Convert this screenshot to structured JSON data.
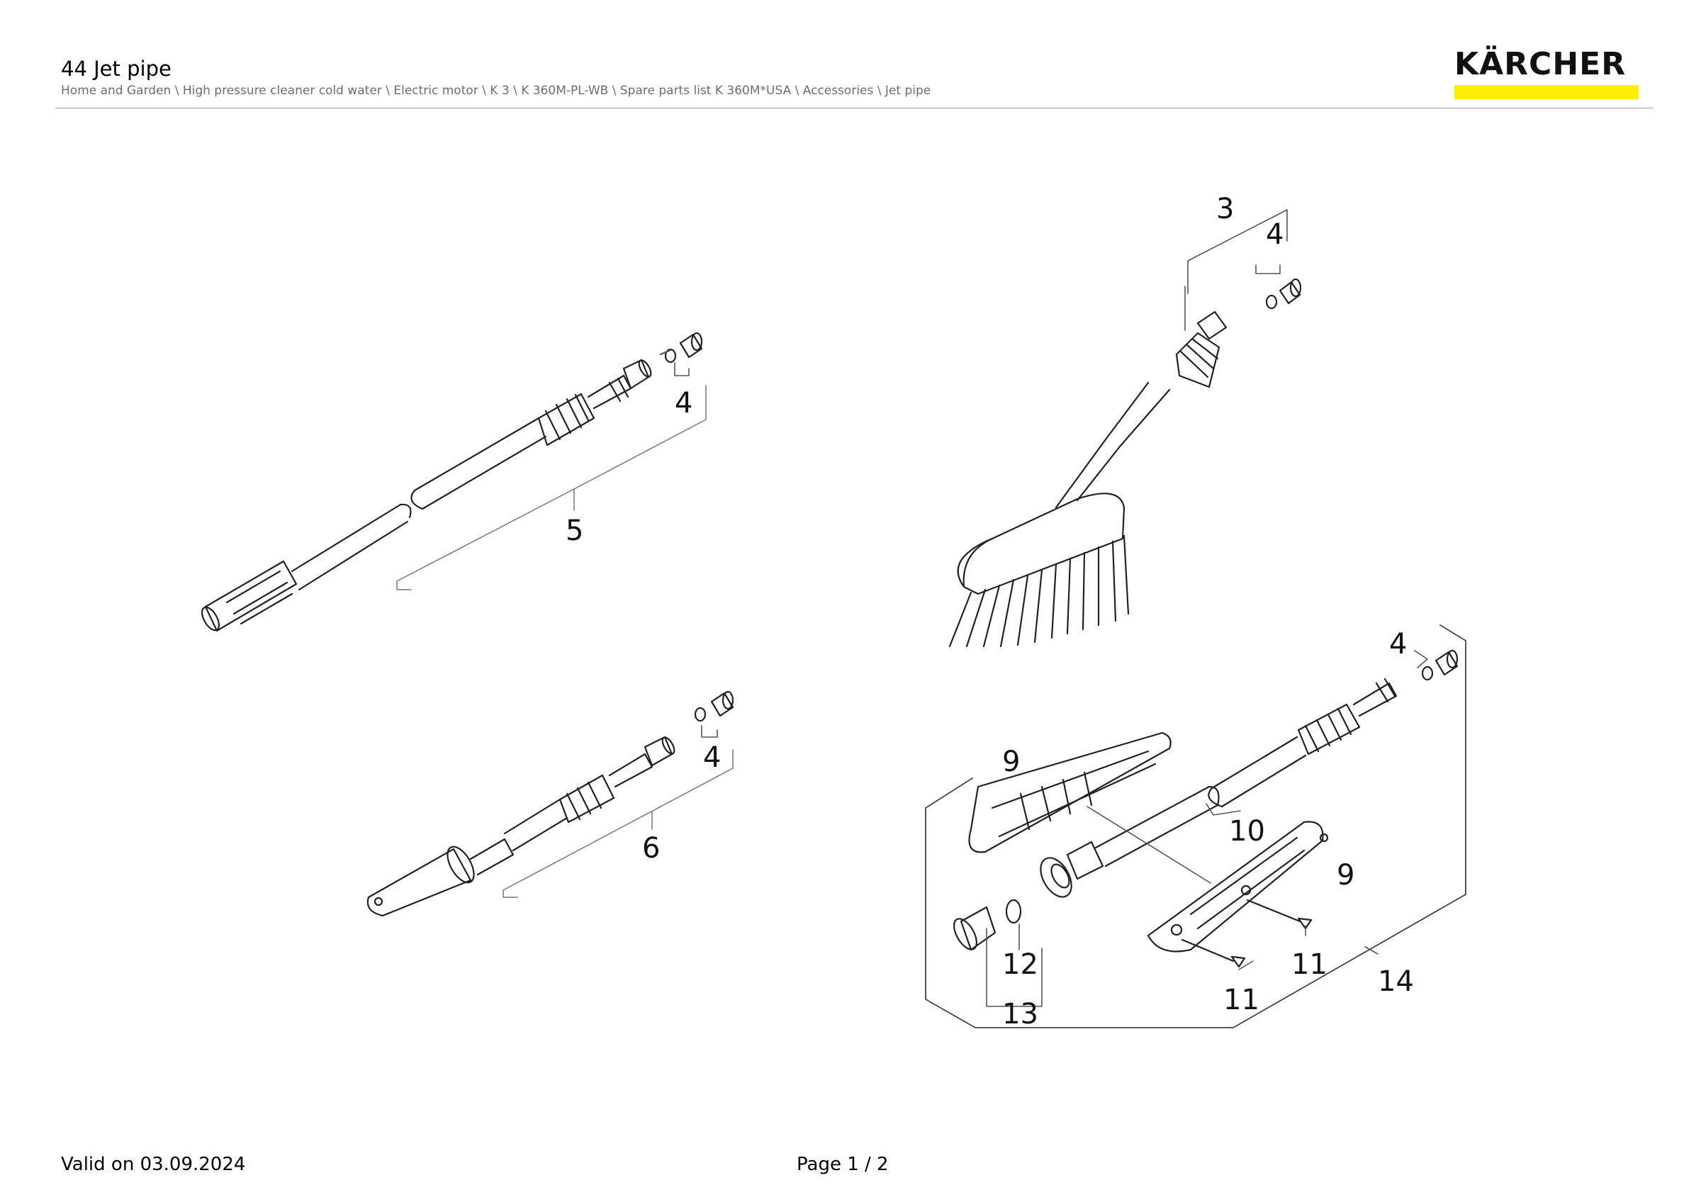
{
  "header": {
    "title": "44 Jet pipe",
    "breadcrumb": "Home and Garden \\ High pressure cleaner cold water \\ Electric motor \\ K 3 \\ K 360M-PL-WB \\ Spare parts list K 360M*USA \\ Accessories \\ Jet pipe",
    "logo_text": "KÄRCHER",
    "brand_color": "#ffed00"
  },
  "diagram": {
    "labels": [
      "3",
      "4",
      "4",
      "4",
      "4",
      "5",
      "6",
      "9",
      "9",
      "10",
      "11",
      "11",
      "12",
      "13",
      "14"
    ]
  },
  "footer": {
    "valid": "Valid on 03.09.2024",
    "page": "Page 1 / 2"
  }
}
